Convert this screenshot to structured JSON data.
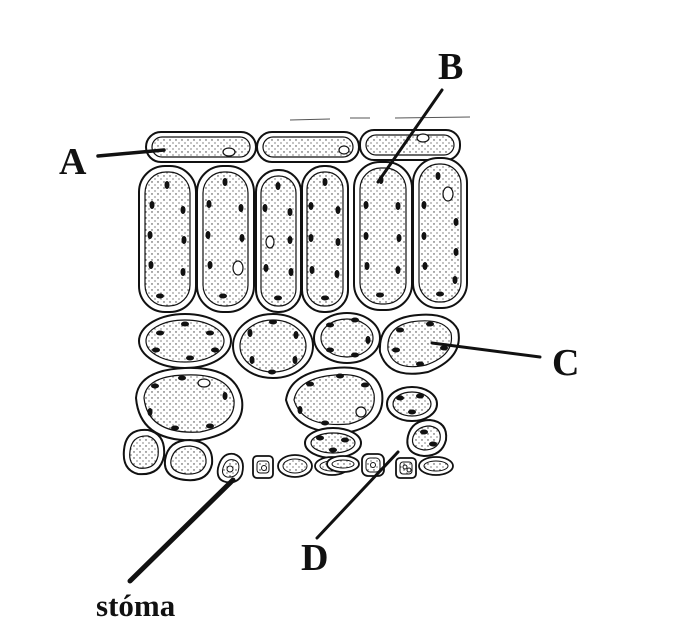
{
  "labels": {
    "a": "A",
    "b": "B",
    "c": "C",
    "d": "D",
    "stoma": "stóma"
  },
  "colors": {
    "ink": "#111111",
    "background": "#ffffff"
  }
}
